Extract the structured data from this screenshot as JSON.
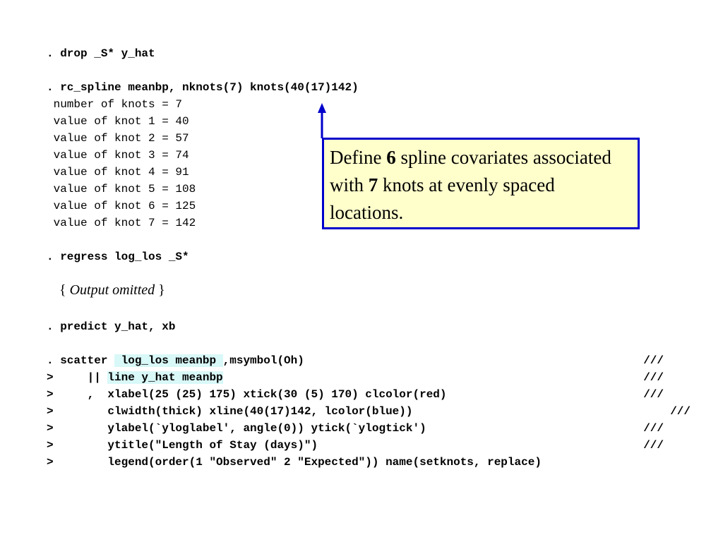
{
  "lines": {
    "drop": ". drop _S* y_hat",
    "rc_spline": ". rc_spline meanbp, nknots(7) knots(40(17)142)",
    "nknots": " number of knots = 7",
    "knot1": " value of knot 1 = 40",
    "knot2": " value of knot 2 = 57",
    "knot3": " value of knot 3 = 74",
    "knot4": " value of knot 4 = 91",
    "knot5": " value of knot 5 = 108",
    "knot6": " value of knot 6 = 125",
    "knot7": " value of knot 7 = 142",
    "regress": ". regress log_los _S*",
    "omitted_open": "{ ",
    "omitted_text": "Output omitted",
    "omitted_close": " }",
    "predict": ". predict y_hat, xb",
    "scatter_prefix": ". scatter ",
    "scatter_hl": " log_los meanbp ",
    "scatter_suffix": ",msymbol(Oh)",
    "l2_prefix": ">     || ",
    "l2_hl": "line y_hat meanbp",
    "l3": ">     ,  xlabel(25 (25) 175) xtick(30 (5) 170) clcolor(red)",
    "l4": ">        clwidth(thick) xline(40(17)142, lcolor(blue))",
    "l5": ">        ylabel(`yloglabel', angle(0)) ytick(`ylogtick')",
    "l6": ">        ytitle(\"Length of Stay (days)\")",
    "l7": ">        legend(order(1 \"Observed\" 2 \"Expected\")) name(setknots, replace)",
    "continuation": "///"
  },
  "callout": {
    "t1": "Define ",
    "n1": "6",
    "t2": " spline covariates associated with ",
    "n2": "7",
    "t3": " knots at evenly spaced locations."
  },
  "colors": {
    "highlight": "#d9f8f8",
    "callout_bg": "#ffffcc",
    "callout_border": "#0000cc",
    "arrow": "#0000cc"
  }
}
